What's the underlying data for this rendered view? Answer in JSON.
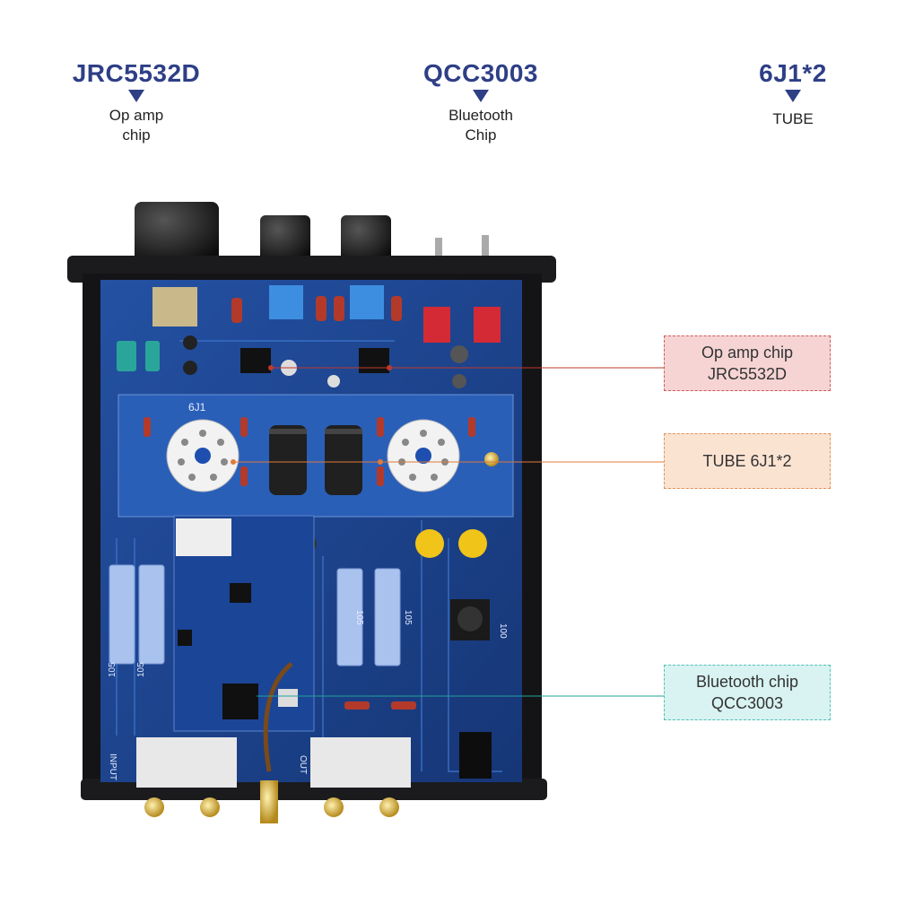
{
  "specs": [
    {
      "name": "JRC5532D",
      "desc": "Op amp\nchip"
    },
    {
      "name": "QCC3003",
      "desc": "Bluetooth\nChip"
    },
    {
      "name": "6J1*2",
      "desc": "TUBE"
    }
  ],
  "callouts": [
    {
      "text": "Op amp chip\nJRC5532D",
      "fill": "#f6d4d4",
      "border": "#d05a5a",
      "line": "#c0392b"
    },
    {
      "text": "TUBE 6J1*2",
      "fill": "#fbe3d2",
      "border": "#e0915a",
      "line": "#e07a3a"
    },
    {
      "text": "Bluetooth chip\nQCC3003",
      "fill": "#d8f3f1",
      "border": "#4fc0b8",
      "line": "#1fa39a"
    }
  ],
  "board_labels": {
    "tube_label": "6J1",
    "out_label": "OUT",
    "input_label": "INPUT",
    "cap_105_a": "105",
    "cap_105_b": "105",
    "cap_105_c": "105",
    "cap_105_d": "105",
    "inductor": "100"
  },
  "colors": {
    "title": "#2e3f86",
    "pcb": "#1c3f86",
    "pcb_dark": "#10285f",
    "chassis": "#1b1b1d"
  }
}
